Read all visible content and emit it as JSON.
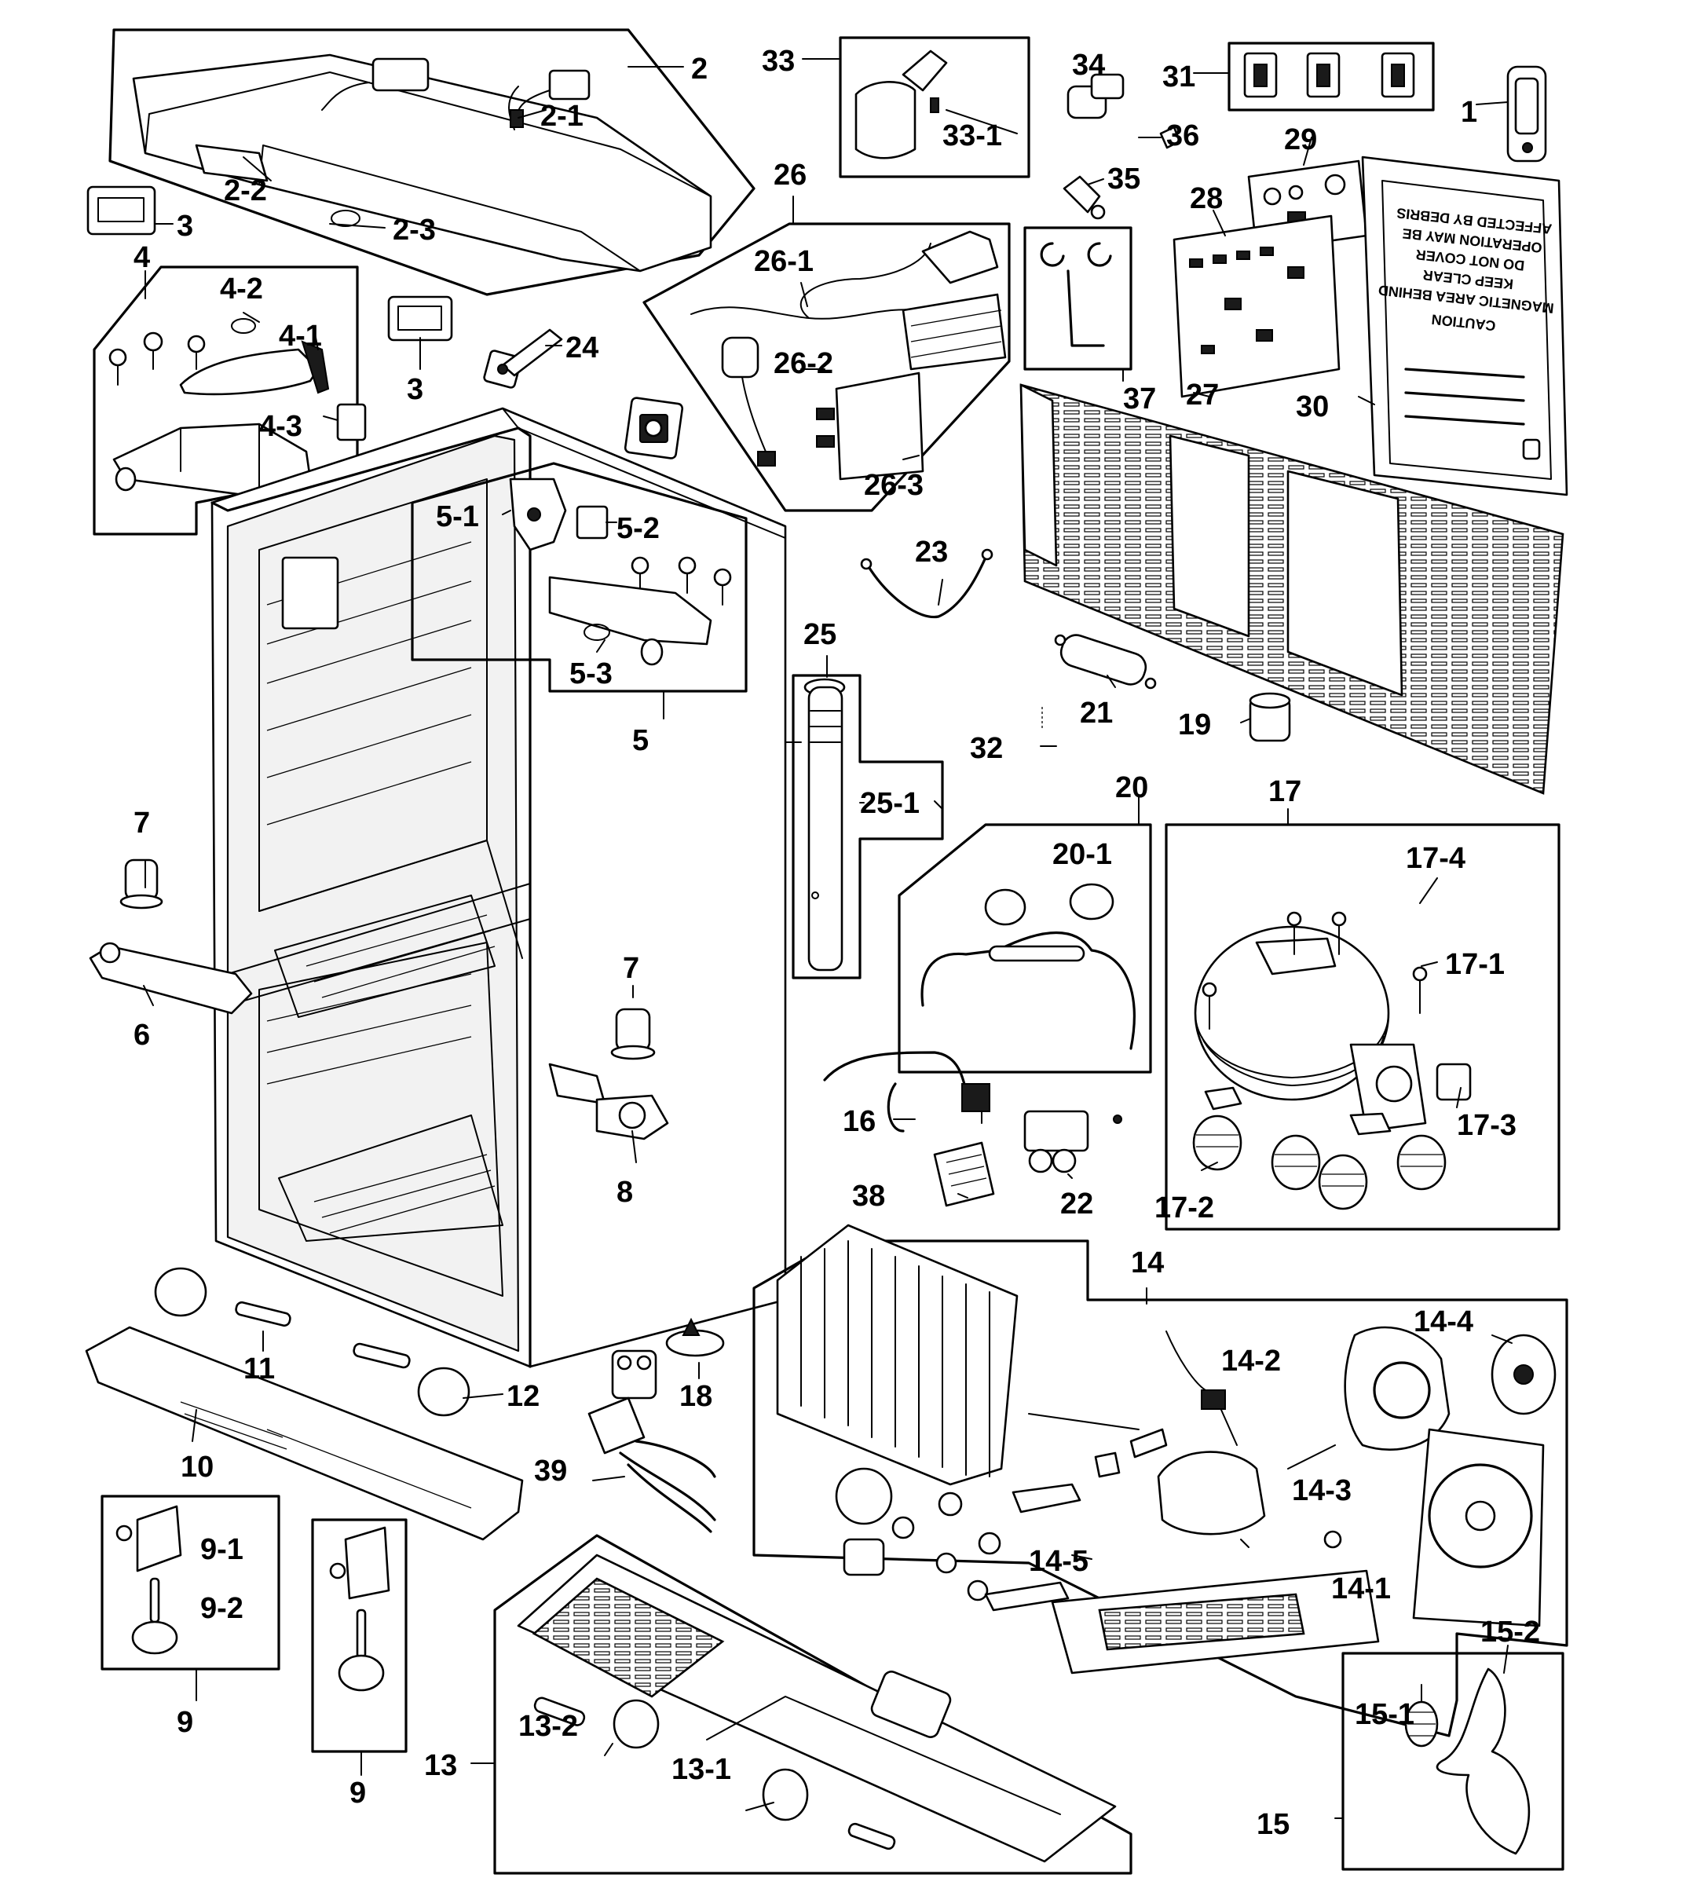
{
  "diagram": {
    "labels": [
      "2",
      "2-1",
      "2-2",
      "2-3",
      "3",
      "3",
      "4",
      "4-1",
      "4-2",
      "4-3",
      "24",
      "5",
      "5-1",
      "5-2",
      "5-3",
      "6",
      "7",
      "7",
      "8",
      "9",
      "9",
      "9-1",
      "9-2",
      "10",
      "11",
      "12",
      "13",
      "13-1",
      "13-2",
      "14",
      "14-1",
      "14-2",
      "14-3",
      "14-4",
      "14-5",
      "15",
      "15-1",
      "15-2",
      "16",
      "17",
      "17-1",
      "17-2",
      "17-3",
      "17-4",
      "18",
      "19",
      "20",
      "20-1",
      "21",
      "22",
      "23",
      "25",
      "25-1",
      "26",
      "26-1",
      "26-2",
      "26-3",
      "27",
      "28",
      "29",
      "30",
      "31",
      "32",
      "33",
      "33-1",
      "34",
      "35",
      "36",
      "37",
      "38",
      "39",
      "1"
    ],
    "caution_sign": [
      "CAUTION",
      "MAGNETIC AREA BEHIND",
      "KEEP CLEAR",
      "DO NOT COVER",
      "OPERATION MAY BE",
      "AFFECTED BY DEBRIS"
    ]
  }
}
